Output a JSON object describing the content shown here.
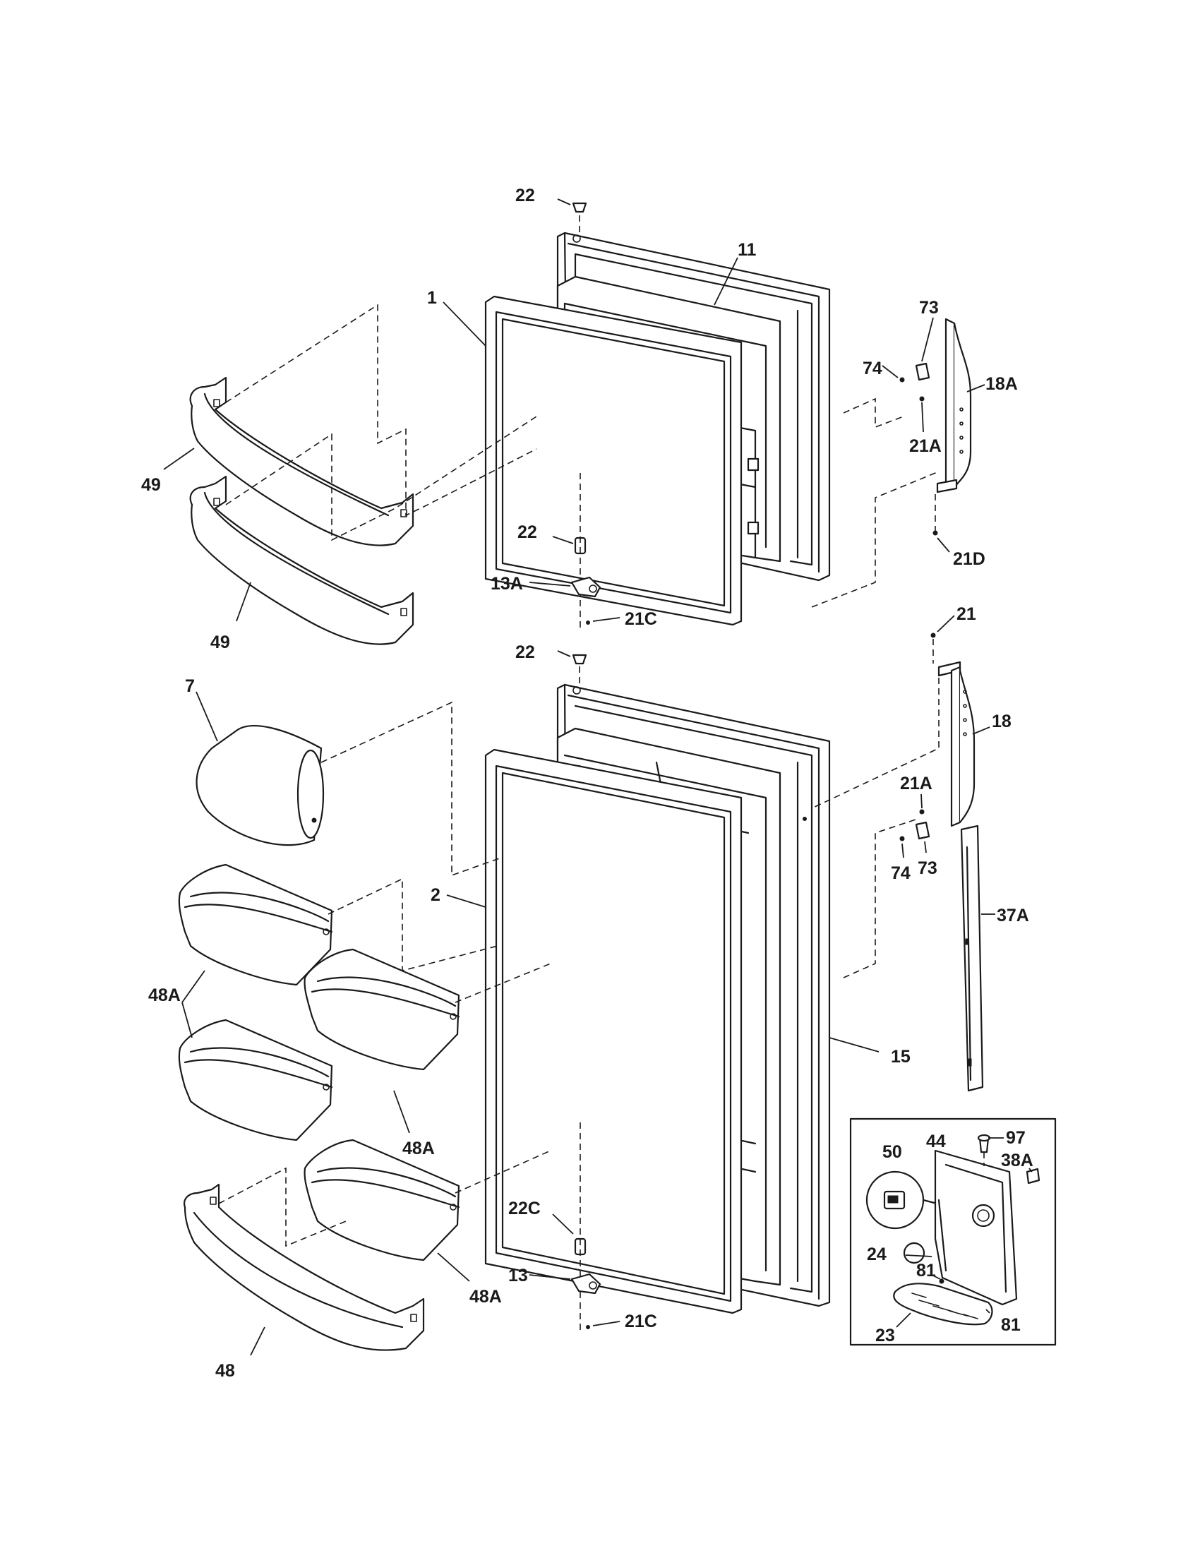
{
  "labels": {
    "p22_top": "22",
    "p11": "11",
    "p1": "1",
    "p73_top": "73",
    "p74_top": "74",
    "p18A": "18A",
    "p21A_top": "21A",
    "p21D": "21D",
    "p49_a": "49",
    "p49_b": "49",
    "p22_mid": "22",
    "p13A": "13A",
    "p21C_top": "21C",
    "p21": "21",
    "p22_low": "22",
    "p18": "18",
    "p7": "7",
    "p21A_low": "21A",
    "p73_low": "73",
    "p74_low": "74",
    "p2": "2",
    "p37A": "37A",
    "p48A_a": "48A",
    "p48A_b": "48A",
    "p48A_c": "48A",
    "p15": "15",
    "p50": "50",
    "p44": "44",
    "p97": "97",
    "p38A": "38A",
    "p24": "24",
    "p81_a": "81",
    "p81_b": "81",
    "p23": "23",
    "p22C": "22C",
    "p13": "13",
    "p21C_low": "21C",
    "p48": "48"
  }
}
